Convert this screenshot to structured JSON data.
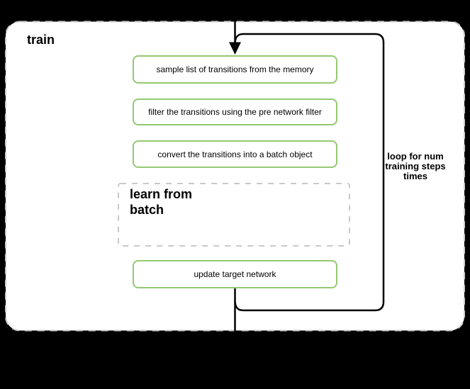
{
  "diagram": {
    "title": "train",
    "steps": [
      {
        "label": "sample list of transitions from the memory"
      },
      {
        "label": "filter the transitions using the pre network filter"
      },
      {
        "label": "convert the transitions into a batch object"
      }
    ],
    "subprocess": {
      "label": "learn from batch"
    },
    "final_step": {
      "label": "update target network"
    },
    "loop_annotation": "loop for num training steps times",
    "colors": {
      "canvas_background": "#000000",
      "container_fill": "#ffffff",
      "dashed_border": "#cccccc",
      "step_border": "#94c973",
      "flow_line": "#000000",
      "text": "#000000"
    }
  }
}
